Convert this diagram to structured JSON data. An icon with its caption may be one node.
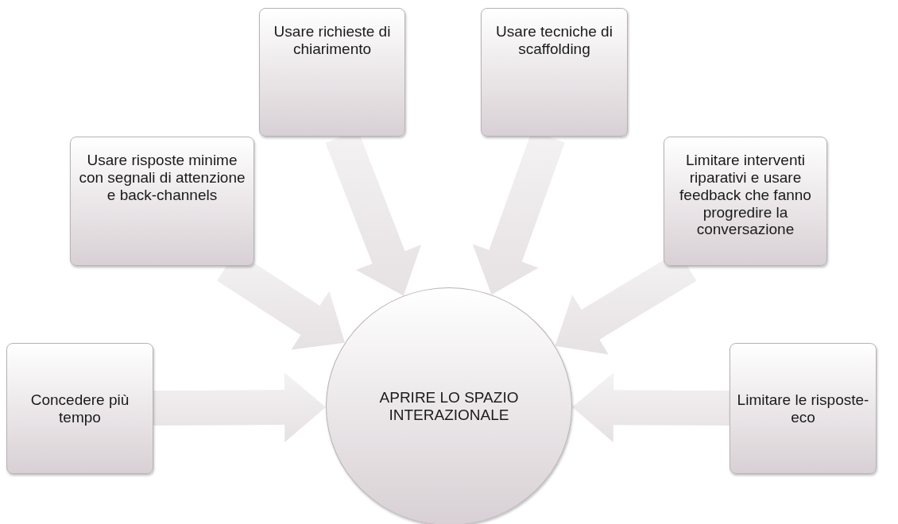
{
  "diagram": {
    "nodes": [
      {
        "text": [
          "APRIRE LO SPAZIO INTERAZIONALE"
        ]
      },
      {
        "text": [
          "Concedere più tempo"
        ]
      },
      {
        "text": [
          "Usare risposte minime con segnali di attenzione e back-channels"
        ]
      },
      {
        "text": [
          "Usare richieste di chiarimento"
        ]
      },
      {
        "text": [
          "Usare tecniche di scaffolding"
        ]
      },
      {
        "text": [
          "Limitare interventi riparativi e usare feedback che fanno progredire la conversazione"
        ]
      },
      {
        "text": [
          "Limitare le risposte-eco"
        ]
      }
    ],
    "edges": [
      {
        "from": 1,
        "to": 0,
        "arrow": "to"
      },
      {
        "from": 2,
        "to": 0,
        "arrow": "to"
      },
      {
        "from": 3,
        "to": 0,
        "arrow": "to"
      },
      {
        "from": 4,
        "to": 0,
        "arrow": "to"
      },
      {
        "from": 5,
        "to": 0,
        "arrow": "to"
      },
      {
        "from": 6,
        "to": 0,
        "arrow": "to"
      }
    ]
  }
}
